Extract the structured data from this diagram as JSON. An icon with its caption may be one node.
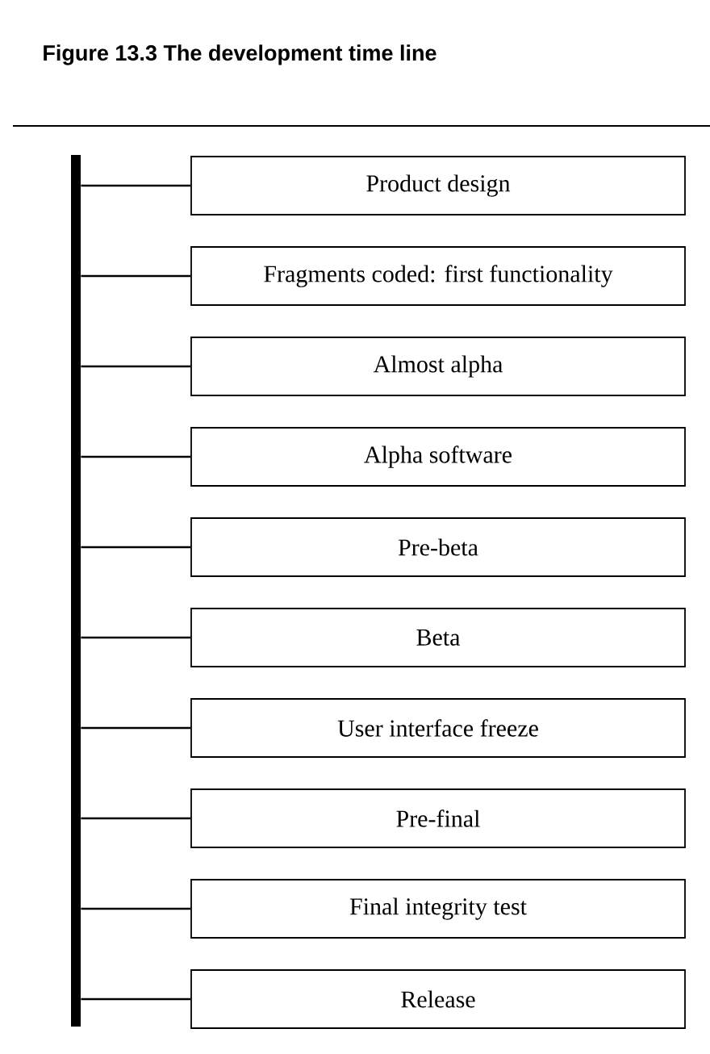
{
  "diagram": {
    "title": "Figure 13.3 The development time line",
    "nodes": [
      {
        "text": [],
        "shape": "bar"
      },
      {
        "text": [
          "Product design"
        ]
      },
      {
        "text": [
          "Fragments coded: first functionality"
        ]
      },
      {
        "text": [
          "Almost alpha"
        ]
      },
      {
        "text": [
          "Alpha software"
        ]
      },
      {
        "text": [
          "Pre-beta"
        ]
      },
      {
        "text": [
          "Beta"
        ]
      },
      {
        "text": [
          "User interface freeze"
        ]
      },
      {
        "text": [
          "Pre-final"
        ]
      },
      {
        "text": [
          "Final integrity test"
        ]
      },
      {
        "text": [
          "Release"
        ]
      }
    ],
    "edges": [
      {
        "from": 0,
        "to": 1,
        "arrow": "none"
      },
      {
        "from": 0,
        "to": 2,
        "arrow": "none"
      },
      {
        "from": 0,
        "to": 3,
        "arrow": "none"
      },
      {
        "from": 0,
        "to": 4,
        "arrow": "none"
      },
      {
        "from": 0,
        "to": 5,
        "arrow": "none"
      },
      {
        "from": 0,
        "to": 6,
        "arrow": "none"
      },
      {
        "from": 0,
        "to": 7,
        "arrow": "none"
      },
      {
        "from": 0,
        "to": 8,
        "arrow": "none"
      },
      {
        "from": 0,
        "to": 9,
        "arrow": "none"
      },
      {
        "from": 0,
        "to": 10,
        "arrow": "none"
      }
    ]
  }
}
